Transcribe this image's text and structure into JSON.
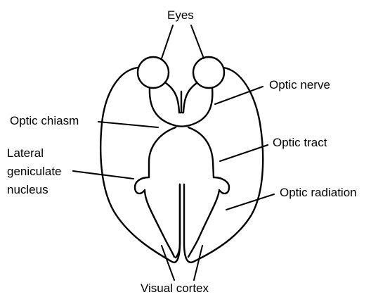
{
  "labels": {
    "eyes": "Eyes",
    "optic_nerve": "Optic nerve",
    "optic_chiasm": "Optic chiasm",
    "optic_tract": "Optic tract",
    "lgn_line1": "Lateral",
    "lgn_line2": "geniculate",
    "lgn_line3": "nucleus",
    "optic_radiation": "Optic radiation",
    "visual_cortex": "Visual cortex"
  },
  "colors": {
    "line": "#000000",
    "background": "#ffffff"
  }
}
